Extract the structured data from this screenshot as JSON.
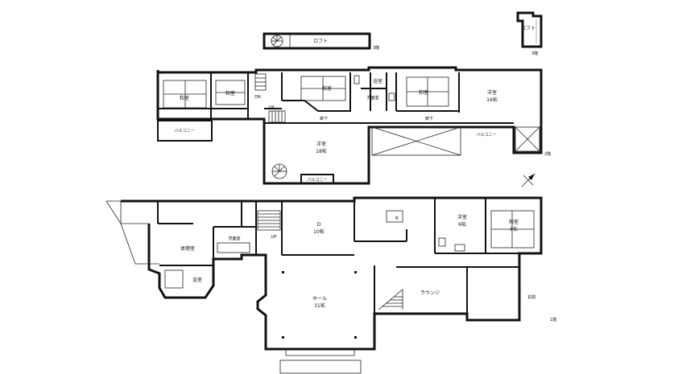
{
  "loft_floor": {
    "loft_label": "ロフト",
    "loft2_label": "ロフト",
    "floor_label": "3階"
  },
  "second_floor": {
    "washitsu_1": "和室",
    "washitsu_2": "和室",
    "washitsu_3": "和室",
    "washitsu_4": "和室",
    "dn_label": "DN",
    "up_label": "UP",
    "bath_label": "浴室",
    "senmen_label": "洗面室",
    "youshitsu_16_name": "洋室",
    "youshitsu_16_size": "16帖",
    "roka_1": "廊下",
    "roka_2": "廊下",
    "balcony_1": "バルコニー",
    "balcony_2": "バルコニー",
    "balcony_3": "バルコニー",
    "youshitsu_18_name": "洋室",
    "youshitsu_18_size": "18帖",
    "floor_label": "2階"
  },
  "first_floor": {
    "kyuukei_label": "体憩室",
    "bath_label": "浴室",
    "senmen_label": "洗面室",
    "up_label": "UP",
    "d_name": "D",
    "d_size": "10帖",
    "k_label": "K",
    "youshitsu_name": "洋室",
    "youshitsu_size": "6帖",
    "washitsu_name": "和室",
    "washitsu_size": "6帖",
    "hall_name": "ホール",
    "hall_size": "31帖",
    "lounge_label": "ラウンジ",
    "genkan_label": "玄関",
    "floor_label": "1階"
  }
}
